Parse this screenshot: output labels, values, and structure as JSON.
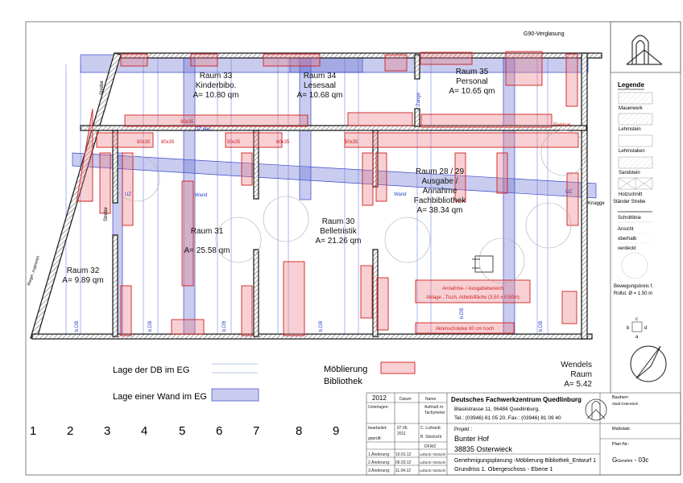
{
  "plan": {
    "glazing_label": "G90-Verglasung",
    "rooms": [
      {
        "name": "Raum 33",
        "use": "Kinderbibo.",
        "area": "A= 10.80 qm"
      },
      {
        "name": "Raum 34",
        "use": "Lesesaal",
        "area": "A= 10.68 qm"
      },
      {
        "name": "Raum 35",
        "use": "Personal",
        "area": "A= 10.65 qm"
      },
      {
        "name": "Raum 28 / 29",
        "use": "Ausgabe /",
        "use2": "Annahme",
        "use3": "Fachbibliothek",
        "area": "A= 38.34 qm"
      },
      {
        "name": "Raum 30",
        "use": "Belletristik",
        "area": "A= 21.26 qm"
      },
      {
        "name": "Raum 31",
        "area": "A= 25.58 qm"
      },
      {
        "name": "Raum 32",
        "area": "A= 9.89 qm"
      },
      {
        "name": "Wendels",
        "use": "Raum",
        "area": "A= 5.42"
      }
    ],
    "labels": {
      "shelf_80": "80x35",
      "shelf_50": "50x35",
      "uz_neu": "UZ neu",
      "uz": "UZ",
      "wand": "Wand",
      "bdb": "b.DB",
      "elektrok": "Elektrok.",
      "strebe": "Strebe",
      "knagge": "Knagge",
      "zange": "Zange",
      "desk_title": "Annahme- / Ausgabebereich",
      "desk_sub": "Ablage , Tisch, Arbeitsfläche (3.50 x 0.50m)",
      "cabinets": "Aktenschränke 80 cm hoch",
      "slanted": "Riegel, zugesetzt"
    }
  },
  "bottom_legend": {
    "db_label": "Lage der DB im EG",
    "wall_label": "Lage einer Wand im EG",
    "furniture_label_1": "Möblierung",
    "furniture_label_2": "Bibliothek",
    "numbers": [
      "1",
      "2",
      "3",
      "4",
      "5",
      "6",
      "7",
      "8",
      "9"
    ]
  },
  "legend": {
    "title": "Legende",
    "items": [
      "Mauerwerk",
      "Lehmstein",
      "Lehmstaken",
      "Sandstein",
      "Holzschnitt",
      "Ständer  Strebe"
    ],
    "lines": [
      "Schnittlinie",
      "Ansicht",
      "oberhalb",
      "verdeckt"
    ],
    "circle_1": "Bewegungskreis f.",
    "circle_2": "Rollst. Ø = 1.50 m",
    "axis": [
      "b",
      "c",
      "d",
      "a"
    ]
  },
  "title_block": {
    "year": "2012",
    "col_date": "Datum",
    "col_name": "Name",
    "unterlagen": "Unterlagen:",
    "unterlagen_name_1": "Aufmaß m.",
    "unterlagen_name_2": "Tachymeter",
    "bearbeitet": "bearbeitet:",
    "bearbeitet_date_1": "07.06.",
    "bearbeitet_date_2": "2011",
    "bearbeitet_name": "C. Luthardt",
    "geprueft": "geprüft:",
    "geprueft_name": "B. Stöckicht",
    "dfwz": "DFWZ",
    "changes": [
      {
        "label": "1.Änderung:",
        "date": "10.01.12",
        "name": "Luthardt / Stöckicht"
      },
      {
        "label": "2.Änderung:",
        "date": "06.03.12",
        "name": "Luthardt / Stöckicht"
      },
      {
        "label": "3.Änderung:",
        "date": "11.04.12",
        "name": "Luthardt / Stöckicht"
      }
    ],
    "org": "Deutsches Fachwerkzentrum Quedlinburg",
    "address": "Blasiistrasse 11, 06484 Quedlinburg,",
    "phone": "Tel.: (03946) 81 05 20, Fax.: (03946) 81 09 40",
    "projekt_label": "Projekt :",
    "project_1": "Bunter Hof",
    "project_2": "38835 Osterwieck",
    "plan_desc_1": "Genehmigungsplanung -Möblierung Bibliothek_Entwurf 1",
    "plan_desc_2": "Grundriss 1. Obergeschoss - Ebene 1",
    "bauherr_label": "Bauherr:",
    "bauherr": "Stadt Osterwieck",
    "massstab_label": "Maßstab:",
    "plannr_label": "Plan-Nr.:",
    "plan_g": "G",
    "plan_genehm": "Genehm",
    "plan_no": " - 03c"
  }
}
